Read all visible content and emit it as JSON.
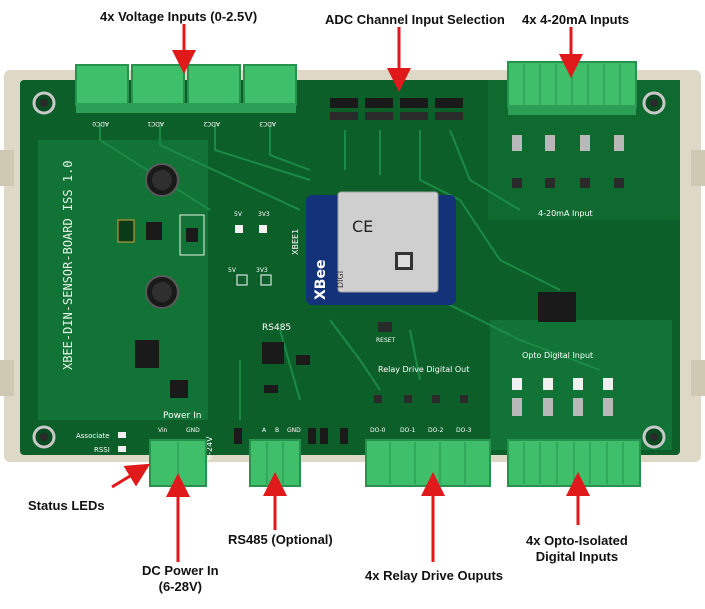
{
  "callouts": {
    "voltage_inputs": "4x Voltage Inputs (0-2.5V)",
    "adc_selection": "ADC Channel Input Selection",
    "current_inputs": "4x 4-20mA Inputs",
    "status_leds": "Status LEDs",
    "dc_power": "DC Power In\n(6-28V)",
    "rs485": "RS485 (Optional)",
    "relay_outputs": "4x Relay Drive Ouputs",
    "opto_inputs": "4x Opto-Isolated\nDigital Inputs"
  },
  "silkscreen": {
    "board_name": "XBEE-DIN-SENSOR-BOARD ISS 1.0",
    "adc_labels": [
      "ADC0",
      "ADC1",
      "ADC2",
      "ADC3"
    ],
    "current_section": "4-20mA Input",
    "rs485_label": "RS485",
    "relay_section": "Relay Drive Digital Out",
    "opto_section": "Opto Digital Input",
    "power_label": "Power In",
    "power_range": "6-24V",
    "vin": "Vin",
    "gnd": "GND",
    "associate": "Associate",
    "rssi": "RSSI",
    "xbee_label": "XBEE1",
    "reset": "RESET",
    "rs485_pins": [
      "A",
      "B",
      "GND"
    ],
    "relay_pins": [
      "DO-0",
      "DO-1",
      "DO-2",
      "DO-3"
    ],
    "v5": "5V",
    "v33": "3V3",
    "ce_mark": "CE",
    "xbee_brand": "XBee",
    "digi": "DIGI"
  },
  "colors": {
    "pcb": "#0d5f2a",
    "connector": "#3fbf6a",
    "arrow": "#e0191b",
    "enclosure": "#ded9c7"
  }
}
